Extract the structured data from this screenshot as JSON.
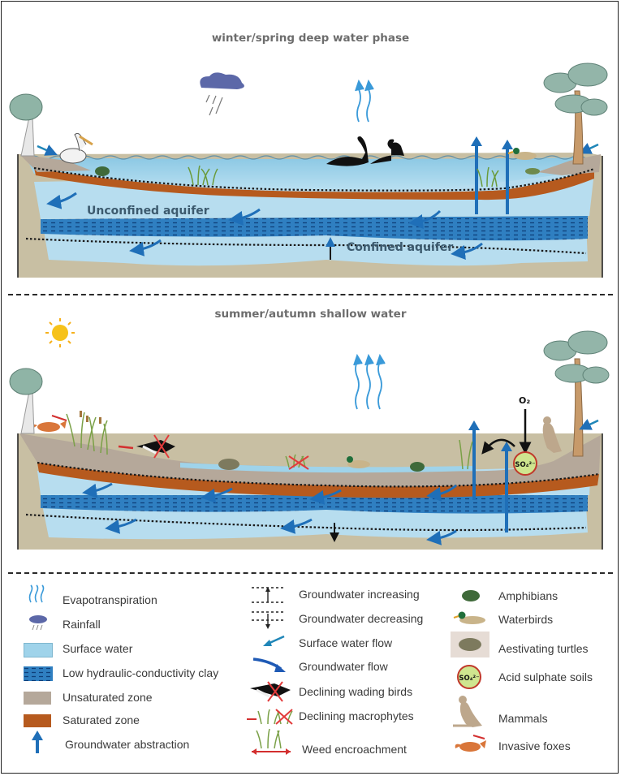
{
  "panels": {
    "top": {
      "title": "winter/spring deep water phase",
      "unconfined_label": "Unconfined aquifer",
      "confined_label": "Confined aquifer"
    },
    "bottom": {
      "title": "summer/autumn shallow water",
      "oxygen_label": "O₂",
      "sulphate_label": "SO₄²⁻"
    }
  },
  "legend": {
    "col1": [
      {
        "label": "Evapotranspiration",
        "icon": "evapotranspiration-icon"
      },
      {
        "label": "Rainfall",
        "icon": "rainfall-icon"
      },
      {
        "label": "Surface water",
        "icon": "surface-water-swatch"
      },
      {
        "label": "Low hydraulic-conductivity clay",
        "icon": "clay-swatch"
      },
      {
        "label": "Unsaturated zone",
        "icon": "unsaturated-swatch"
      },
      {
        "label": "Saturated zone",
        "icon": "saturated-swatch"
      },
      {
        "label": "Groundwater abstraction",
        "icon": "abstraction-arrow-icon"
      }
    ],
    "col2": [
      {
        "label": "Groundwater increasing",
        "icon": "gw-increasing-icon"
      },
      {
        "label": "Groundwater decreasing",
        "icon": "gw-decreasing-icon"
      },
      {
        "label": "Surface water flow",
        "icon": "surface-flow-icon"
      },
      {
        "label": "Groundwater flow",
        "icon": "gw-flow-icon"
      },
      {
        "label": "Declining wading birds",
        "icon": "wading-bird-icon"
      },
      {
        "label": "Declining macrophytes",
        "icon": "macrophyte-icon"
      },
      {
        "label": "Weed encroachment",
        "icon": "weed-icon"
      }
    ],
    "col3": [
      {
        "label": "Amphibians",
        "icon": "frog-icon"
      },
      {
        "label": "Waterbirds",
        "icon": "duck-icon"
      },
      {
        "label": "Aestivating turtles",
        "icon": "turtle-icon"
      },
      {
        "label": "Acid sulphate soils",
        "icon": "acid-soil-icon"
      },
      {
        "label": "Mammals",
        "icon": "kangaroo-icon"
      },
      {
        "label": "Invasive foxes",
        "icon": "fox-icon"
      }
    ],
    "sulphate_badge": "SO₄²⁻"
  },
  "colors": {
    "surface_water": "#9fd3ea",
    "clay": "#2f7fc1",
    "unsaturated": "#b5a89a",
    "saturated": "#b65a1e",
    "arrow_blue": "#1f6fb8",
    "ground": "#c8bfa3"
  }
}
